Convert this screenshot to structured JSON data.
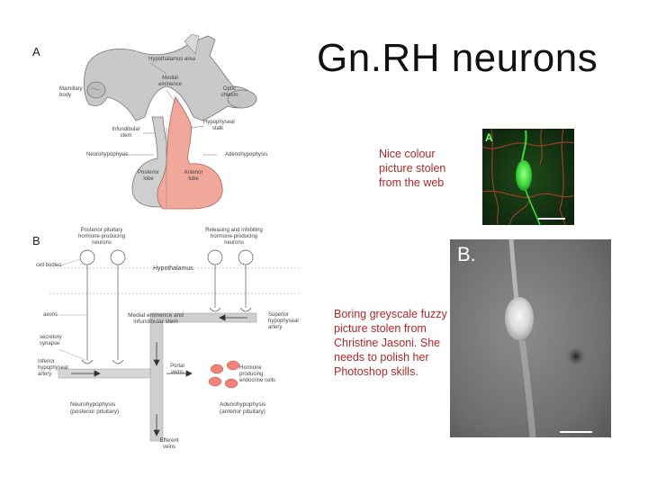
{
  "slide": {
    "title": "Gn.RH neurons",
    "caption_colour": "Nice colour picture stolen from the web",
    "caption_grey": "Boring greyscale fuzzy picture stolen from Christine Jasoni. She needs to polish her Photoshop skills."
  },
  "figure_a": {
    "letter": "A",
    "labels": {
      "hypothalamus": "Hypothalamus area",
      "median_eminence": "Medial eminence",
      "mamillary_body": "Mamillary body",
      "optic_chiasm": "Optic chiasm",
      "infundibular_stem": "Infundibular stem",
      "hypophyseal_stalk": "Hypophyseal stalk",
      "neurohypophysis": "Neurohypophysis",
      "adenohypophysis": "Adenohypophysis",
      "posterior_lobe": "Posterior lobe",
      "anterior_lobe": "Anterior lobe"
    }
  },
  "figure_b": {
    "letter": "B",
    "labels": {
      "posterior_neurons": "Posterior pituitary hormone-producing neurons",
      "releasing_neurons": "Releasing and inhibiting hormone-producing neurons",
      "cell_bodies": "cell bodies",
      "hypothalamus": "Hypothalamus",
      "axons": "axons",
      "median_eminence": "Medial eminence and infundibular stem",
      "superior_artery": "Superior hypophyseal artery",
      "secretory_synapse": "secretory synapse",
      "inferior_artery": "Inferior hypophyseal artery",
      "portal_veins": "Portal veins",
      "hormone_cells": "Hormone producing endocrine cells",
      "neurohypophysis": "Neurohypophysis",
      "neurohypophysis_sub": "(posterior pituitary)",
      "adenohypophysis": "Adenohypophysis",
      "adenohypophysis_sub": "(anterior pituitary)",
      "efferent_veins": "Efferent veins"
    }
  },
  "photos": {
    "colour_letter": "A",
    "grey_letter": "B."
  },
  "colors": {
    "caption": "#b02828",
    "brain_grey": "#c9c9c9",
    "pituitary_pink": "#f1a79a",
    "cell_pink": "#f0837a",
    "neuron_green": "#3ddc3d"
  }
}
